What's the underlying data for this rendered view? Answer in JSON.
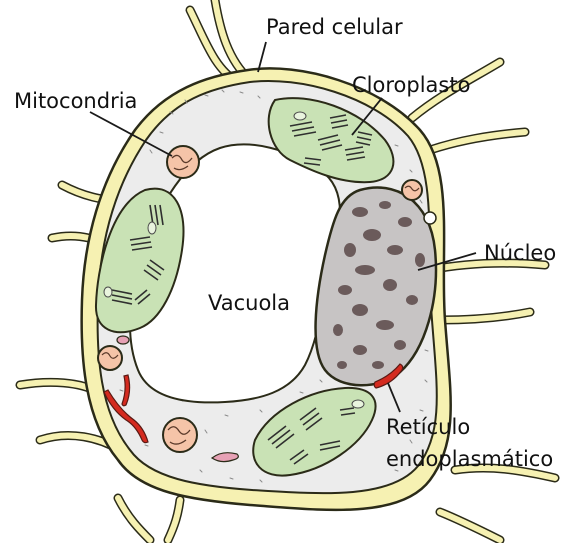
{
  "labels": {
    "cell_wall": "Pared celular",
    "mitochondria": "Mitocondria",
    "chloroplast": "Cloroplasto",
    "nucleus": "Núcleo",
    "vacuole": "Vacuola",
    "er_line1": "Retículo",
    "er_line2": "endoplasmático"
  },
  "colors": {
    "wall_fill": "#f6f1b2",
    "wall_stroke": "#2b2b18",
    "cytoplasm": "#ececec",
    "vacuole": "#ffffff",
    "chloroplast_fill": "#c9e2b5",
    "thylakoid": "#2f2f2f",
    "nucleus_fill": "#c7c4c4",
    "chromatin": "#6b5b5b",
    "mitochondria_fill": "#f5c4a8",
    "er_red": "#d42a1f",
    "pink": "#e7a1b5",
    "leader_line": "#1a1a1a"
  }
}
